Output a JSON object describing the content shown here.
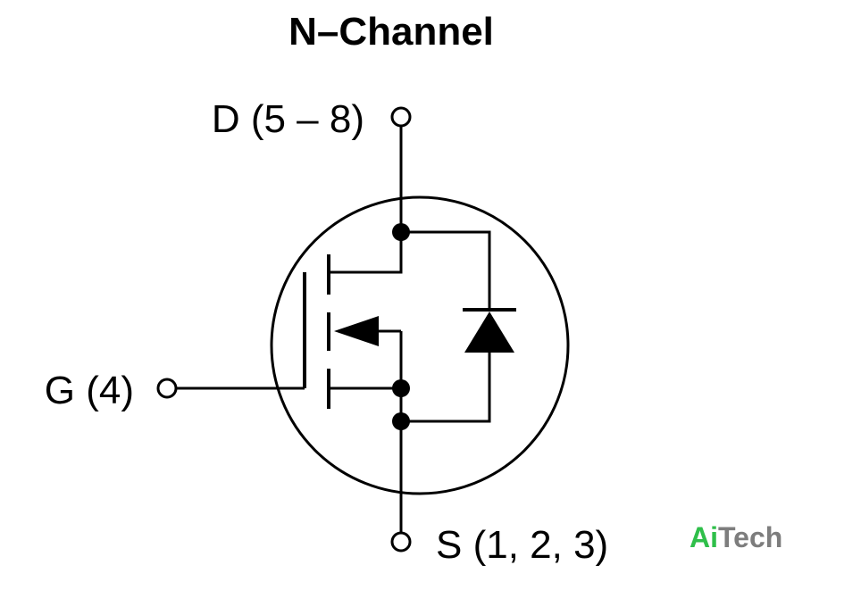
{
  "title": "N–Channel",
  "pins": {
    "drain": "D (5 – 8)",
    "gate": "G (4)",
    "source": "S (1, 2, 3)"
  },
  "logo": {
    "part1": "Ai",
    "part2": "Tech",
    "color_part1": "#2fbf4a",
    "color_part2": "#7d7d7d"
  },
  "colors": {
    "line": "#000000",
    "background": "#ffffff"
  }
}
